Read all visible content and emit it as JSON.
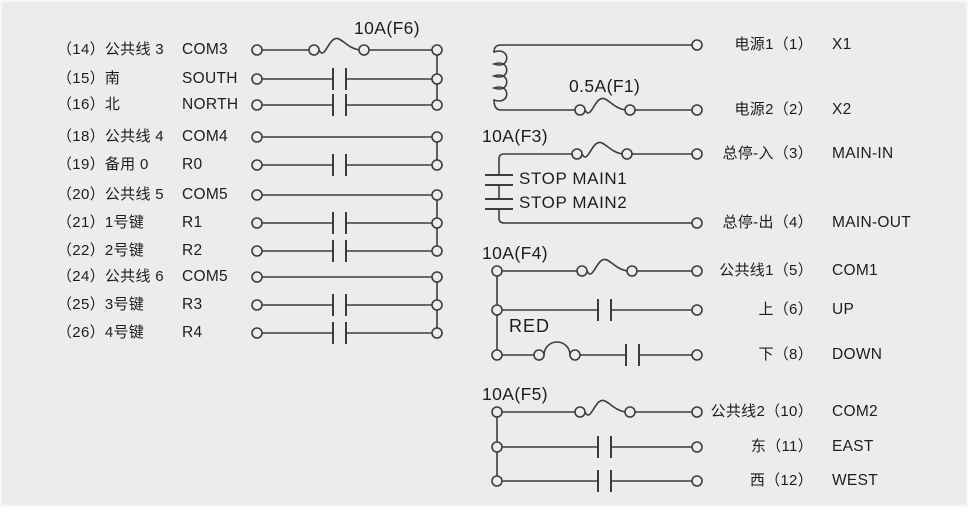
{
  "diagram": {
    "title_hint": "crane remote receiver wiring diagram",
    "colors": {
      "background": "#ececec",
      "line": "#3d3d3d",
      "text": "#1d1d1d"
    },
    "left": {
      "fuse_label": "10A(F6)",
      "rows": [
        {
          "pin": "（14）公共线 3",
          "code": "COM3"
        },
        {
          "pin": "（15）南",
          "code": "SOUTH"
        },
        {
          "pin": "（16）北",
          "code": "NORTH"
        },
        {
          "pin": "（18）公共线 4",
          "code": "COM4"
        },
        {
          "pin": "（19）备用 0",
          "code": "R0"
        },
        {
          "pin": "（20）公共线 5",
          "code": "COM5"
        },
        {
          "pin": "（21）1号键",
          "code": "R1"
        },
        {
          "pin": "（22）2号键",
          "code": "R2"
        },
        {
          "pin": "（24）公共线 6",
          "code": "COM5"
        },
        {
          "pin": "（25）3号键",
          "code": "R3"
        },
        {
          "pin": "（26）4号键",
          "code": "R4"
        }
      ]
    },
    "right": {
      "fuses": {
        "f1": "0.5A(F1)",
        "f3": "10A(F3)",
        "f4": "10A(F4)",
        "f5": "10A(F5)"
      },
      "stop_contacts": [
        "STOP MAIN1",
        "STOP MAIN2"
      ],
      "jumper_label": "RED",
      "terminals": [
        {
          "cn": "电源1（1）",
          "en": "X1"
        },
        {
          "cn": "电源2（2）",
          "en": "X2"
        },
        {
          "cn": "总停-入（3）",
          "en": "MAIN-IN"
        },
        {
          "cn": "总停-出（4）",
          "en": "MAIN-OUT"
        },
        {
          "cn": "公共线1（5）",
          "en": "COM1"
        },
        {
          "cn": "上（6）",
          "en": "UP"
        },
        {
          "cn": "下（8）",
          "en": "DOWN"
        },
        {
          "cn": "公共线2（10）",
          "en": "COM2"
        },
        {
          "cn": "东（11）",
          "en": "EAST"
        },
        {
          "cn": "西（12）",
          "en": "WEST"
        }
      ]
    }
  }
}
